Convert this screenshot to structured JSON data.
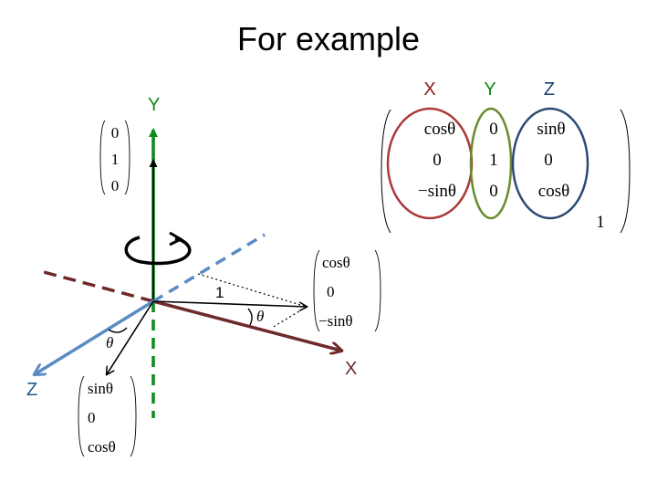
{
  "title": "For example",
  "axes": {
    "y_label": "Y",
    "x_label": "X",
    "z_label": "Z",
    "colors": {
      "y": "#0c8a1a",
      "x": "#6e2a2a",
      "z": "#5b8bc4"
    }
  },
  "rotation_icon": "circular-rotation-arrow-icon",
  "vectors": {
    "y_axis_vector": [
      "0",
      "1",
      "0"
    ],
    "x_axis_vector": [
      "cosθ",
      "0",
      "−sinθ"
    ],
    "z_axis_vector": [
      "sinθ",
      "0",
      "cosθ"
    ]
  },
  "labels": {
    "unit_length": "1",
    "theta_x": "θ",
    "theta_z": "θ"
  },
  "matrix": {
    "column_headers": [
      "X",
      "Y",
      "Z"
    ],
    "header_colors": [
      "#8b1a1a",
      "#0c8a1a",
      "#1a3f73"
    ],
    "rows": [
      [
        "cosθ",
        "0",
        "sinθ",
        ""
      ],
      [
        "0",
        "1",
        "0",
        ""
      ],
      [
        "−sinθ",
        "0",
        "cosθ",
        ""
      ],
      [
        "",
        "",
        "",
        "1"
      ]
    ],
    "ellipse_colors": [
      "#a93a3a",
      "#6b8a2c",
      "#2b4a72"
    ]
  }
}
